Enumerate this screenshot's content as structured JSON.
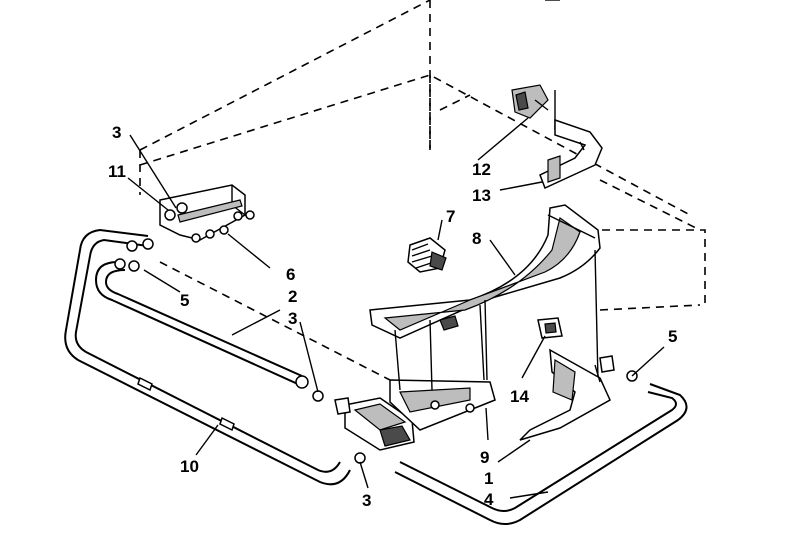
{
  "callouts": {
    "c1": "1",
    "c2": "2",
    "c3a": "3",
    "c3b": "3",
    "c3c": "3",
    "c4": "4",
    "c5a": "5",
    "c5b": "5",
    "c6": "6",
    "c7": "7",
    "c8": "8",
    "c9": "9",
    "c10": "10",
    "c11": "11",
    "c12": "12",
    "c13": "13",
    "c14": "14"
  }
}
